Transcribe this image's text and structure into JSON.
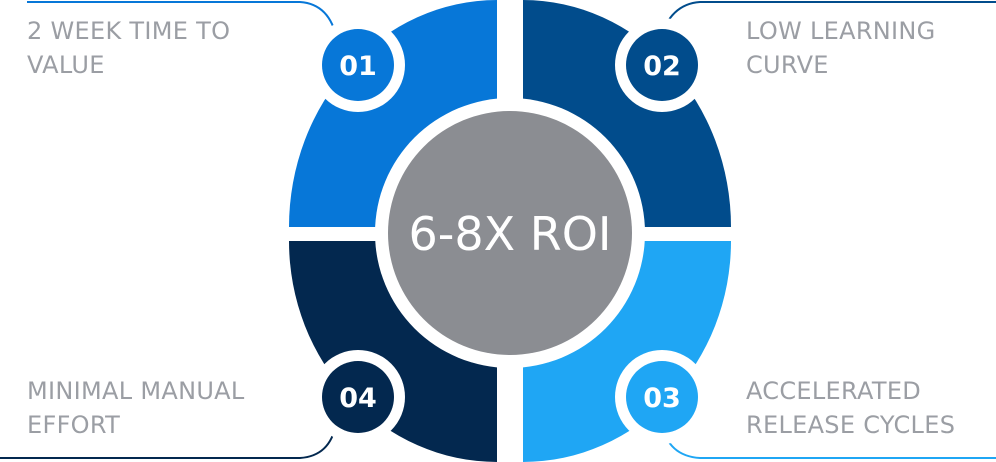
{
  "center": {
    "title": "6-8X ROI"
  },
  "items": [
    {
      "number": "01",
      "line1": "2 WEEK TIME TO",
      "line2": "VALUE",
      "color": "#0777d8"
    },
    {
      "number": "02",
      "line1": "LOW LEARNING",
      "line2": "CURVE",
      "color": "#014c8c"
    },
    {
      "number": "03",
      "line1": "ACCELERATED",
      "line2": "RELEASE CYCLES",
      "color": "#1fa6f4"
    },
    {
      "number": "04",
      "line1": "MINIMAL MANUAL",
      "line2": "EFFORT",
      "color": "#03284f"
    }
  ],
  "colors": {
    "center_circle": "#8b8d92",
    "label_text": "#9b9ea4",
    "background": "#ffffff"
  }
}
